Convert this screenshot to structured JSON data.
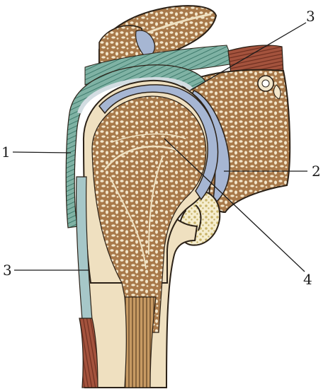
{
  "labels": [
    {
      "id": "label-1",
      "text": "1"
    },
    {
      "id": "label-2",
      "text": "2"
    },
    {
      "id": "label-3-top",
      "text": "3"
    },
    {
      "id": "label-3-bottom",
      "text": "3"
    },
    {
      "id": "label-4",
      "text": "4"
    }
  ],
  "colors": {
    "cortex": "#efe0c0",
    "spongy_bone": "#a8794a",
    "spongy_pore": "#f3e7cc",
    "cartilage": "#a6b6d3",
    "capsule": "#7fb2a4",
    "capsule_dark": "#3e7a6c",
    "muscle": "#a4533d",
    "marrow": "#d9c890",
    "outline": "#2b2117"
  }
}
